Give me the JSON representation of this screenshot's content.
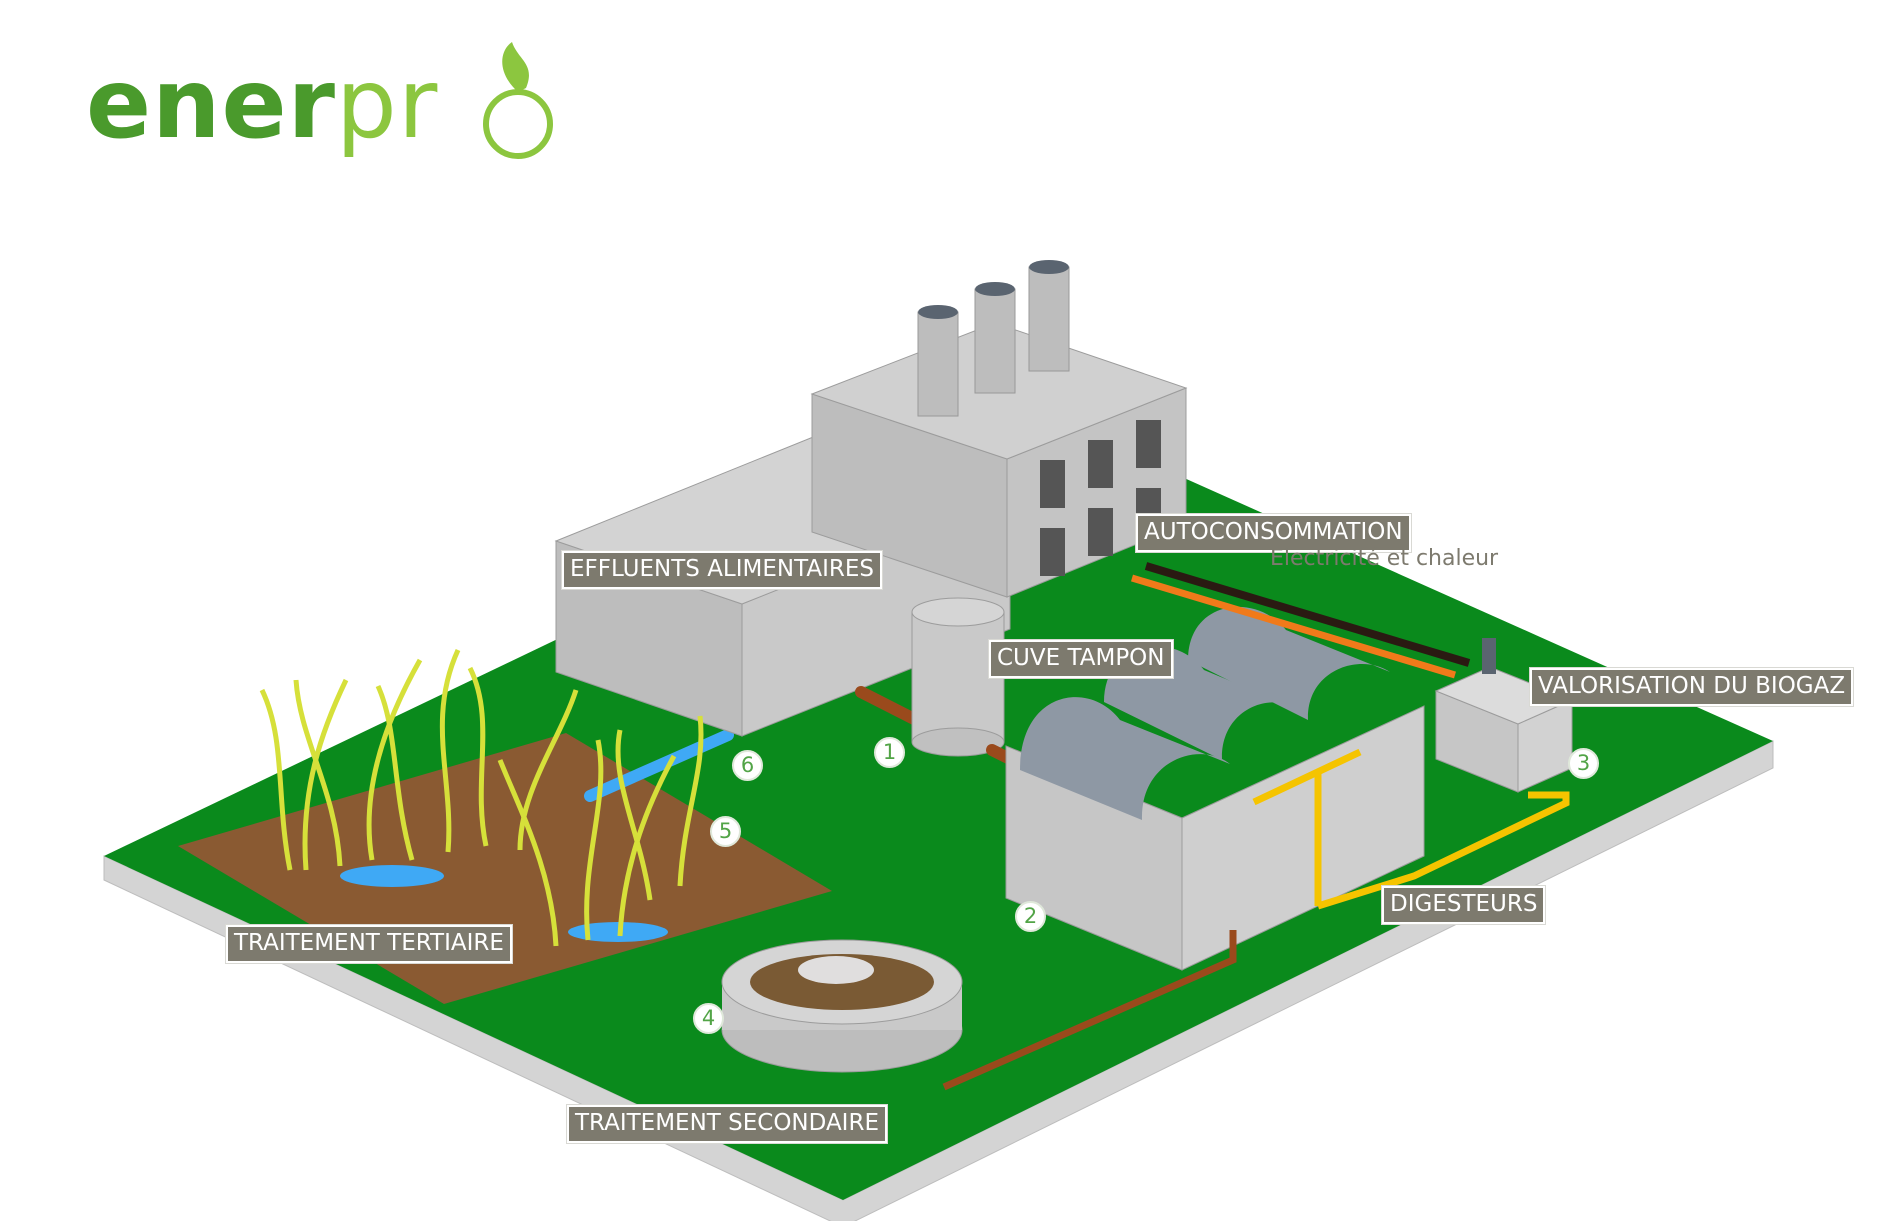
{
  "brand": {
    "logo_part_a": "ener",
    "logo_part_b": "pr"
  },
  "labels": {
    "effluents": "EFFLUENTS ALIMENTAIRES",
    "autoconsommation": "AUTOCONSOMMATION",
    "autoconsommation_sub": "Electricité et chaleur",
    "cuve_tampon": "CUVE TAMPON",
    "valorisation": "VALORISATION DU BIOGAZ",
    "digesteurs": "DIGESTEURS",
    "traitement_tertiaire": "TRAITEMENT TERTIAIRE",
    "traitement_secondaire": "TRAITEMENT SECONDAIRE"
  },
  "steps": {
    "s1": "1",
    "s2": "2",
    "s3": "3",
    "s4": "4",
    "s5": "5",
    "s6": "6"
  },
  "colors": {
    "ground": "#0a8a1c",
    "base_edge": "#d4d4d4",
    "building": "#c6c6c6",
    "pipe_effluent": "#9a4a1c",
    "pipe_biogas": "#f5c400",
    "pipe_heat": "#f07a1a",
    "pipe_electric": "#2a1a12",
    "water": "#3fa9f5",
    "reeds": "#d6e03a",
    "soil": "#8a5a32",
    "label_bg": "#7d7a6e"
  }
}
